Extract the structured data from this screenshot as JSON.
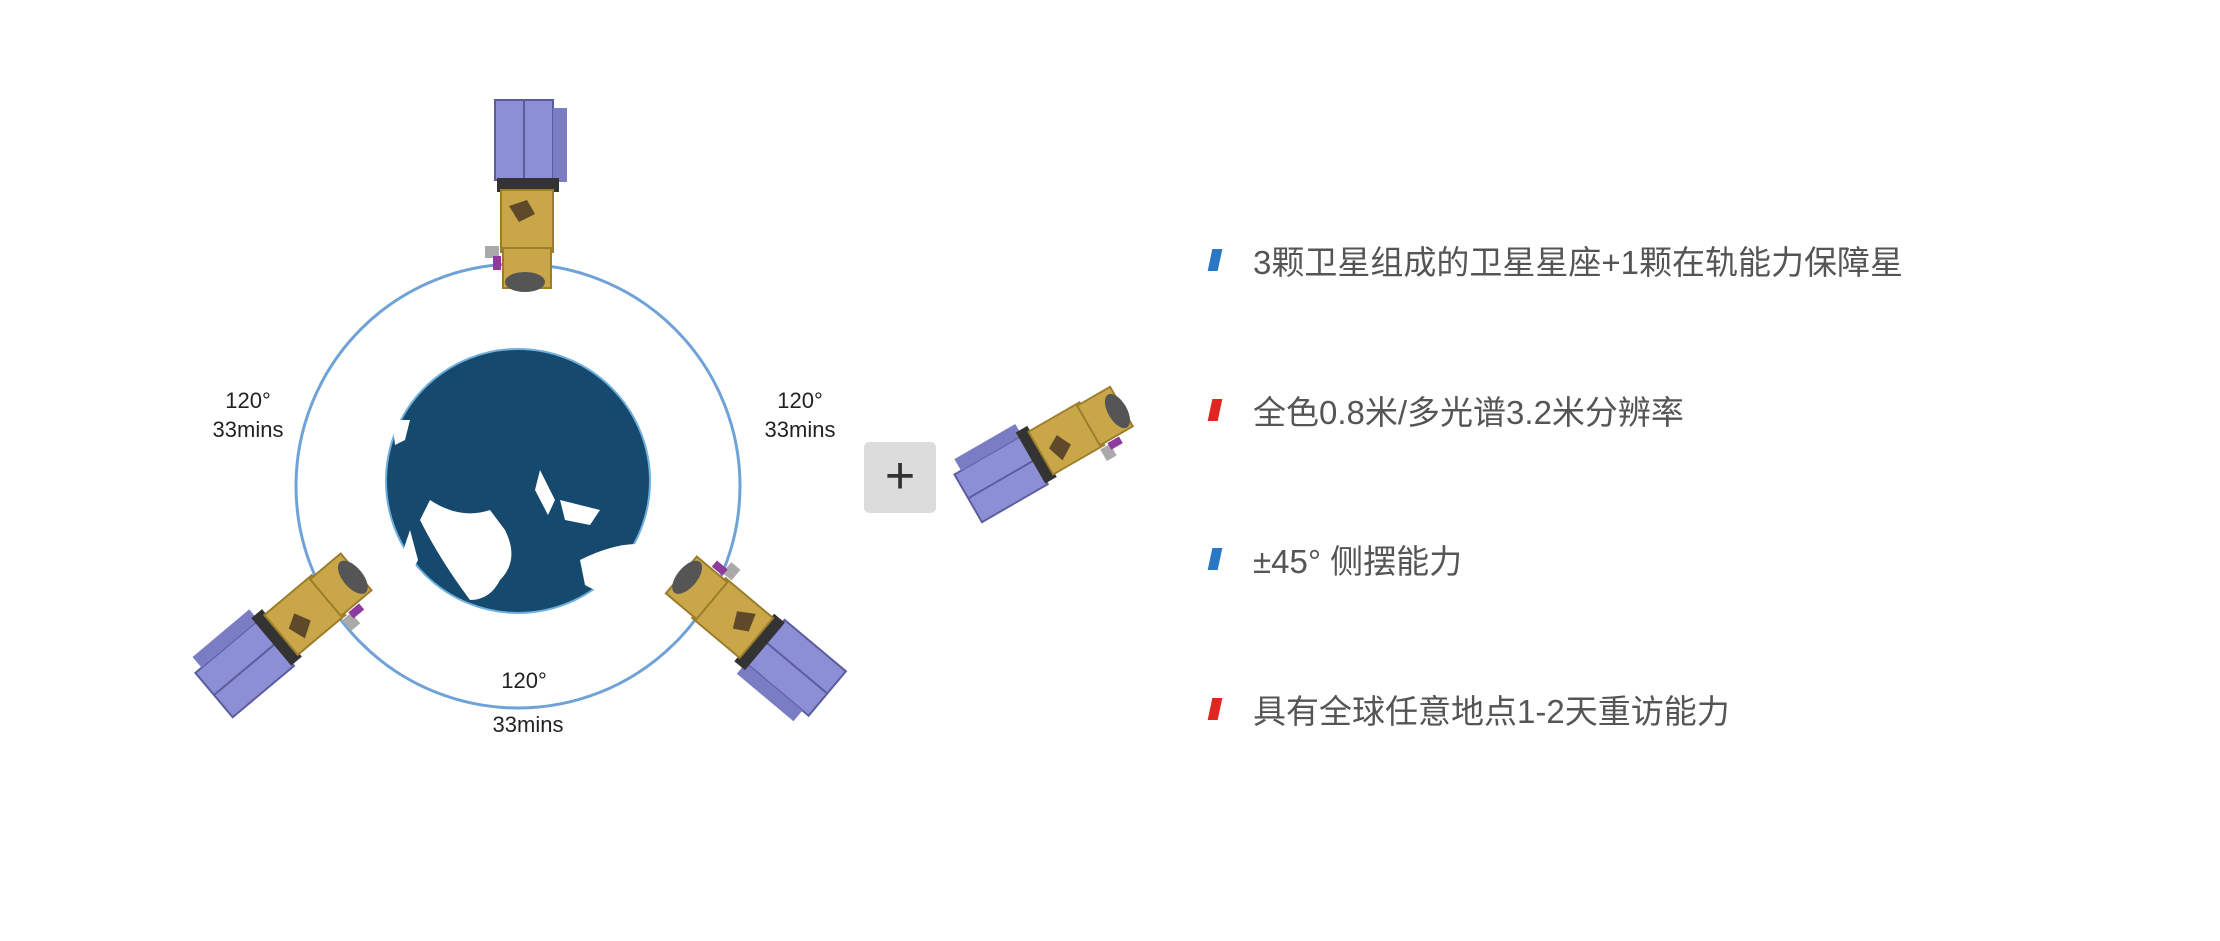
{
  "orbit_labels": {
    "left": {
      "angle": "120°",
      "time": "33mins"
    },
    "right": {
      "angle": "120°",
      "time": "33mins"
    },
    "bottom": {
      "angle": "120°",
      "time": "33mins"
    }
  },
  "plus_symbol": "+",
  "features": [
    {
      "text": "3颗卫星组成的卫星星座+1颗在轨能力保障星",
      "marker_color": "#2a78c4"
    },
    {
      "text": "全色0.8米/多光谱3.2米分辨率",
      "marker_color": "#e0261f"
    },
    {
      "text": "±45° 侧摆能力",
      "marker_color": "#2a78c4"
    },
    {
      "text": "具有全球任意地点1-2天重访能力",
      "marker_color": "#e0261f"
    }
  ],
  "colors": {
    "orbit": "#6fa3d8",
    "globe": "#15496d",
    "panel": "#8d8fd6",
    "body": "#c9a648"
  }
}
